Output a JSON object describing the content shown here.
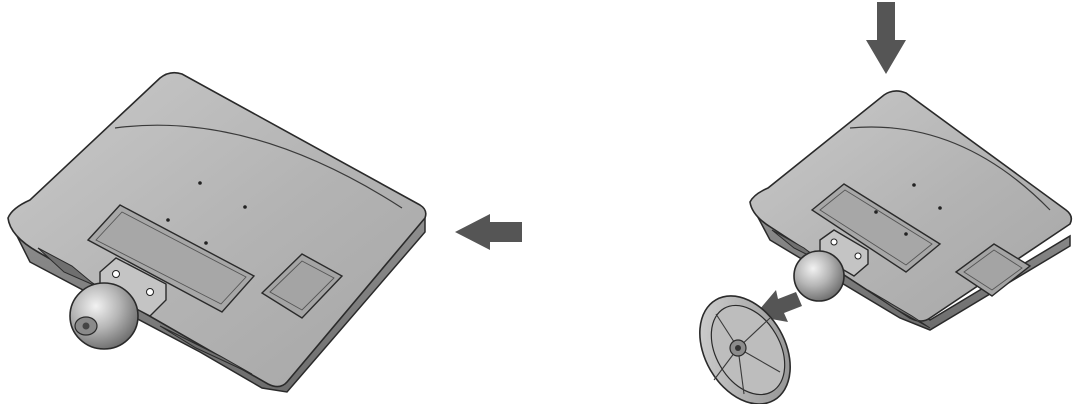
{
  "figure": {
    "panels": [
      {
        "id": "step-left",
        "subject": "monitor-back-with-stand-neck",
        "arrow_direction": "left"
      },
      {
        "id": "step-right",
        "subject": "monitor-back-with-stand-base-detached",
        "arrow_directions": [
          "down",
          "down-left"
        ]
      }
    ],
    "colors": {
      "panel_fill": "#b9b9b9",
      "panel_shade": "#9a9a9a",
      "outline": "#2a2a2a",
      "arrow": "#555555",
      "background": "#ffffff"
    }
  }
}
